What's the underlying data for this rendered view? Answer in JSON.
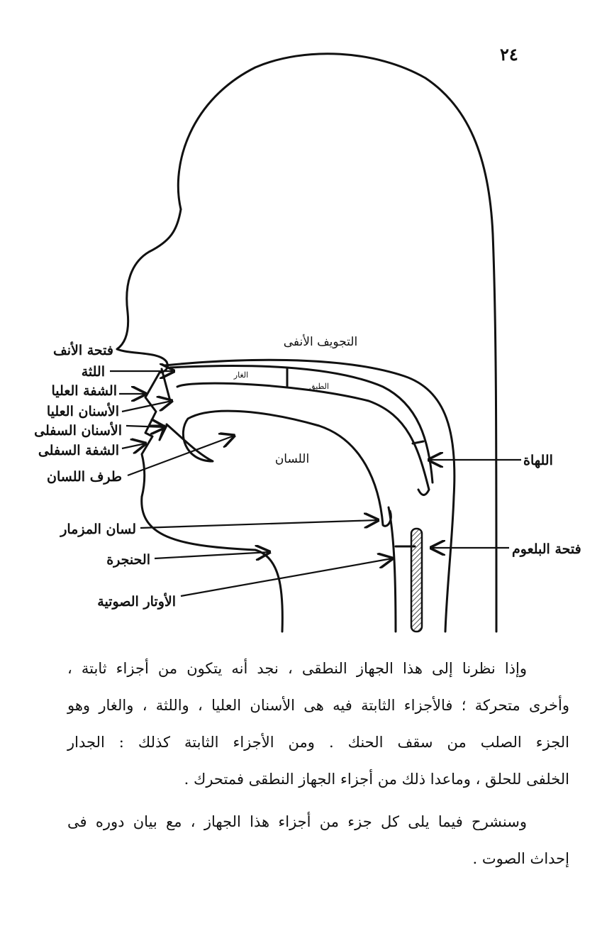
{
  "page_number": "٢٤",
  "diagram": {
    "labels": {
      "nostril": "فتحة الأنف",
      "nasal_cavity": "التجويف الأنفى",
      "gums": "اللثة",
      "upper_lip": "الشفة العليا",
      "upper_teeth": "الأسنان العليا",
      "lower_teeth": "الأسنان السفلى",
      "lower_lip": "الشفة السفلى",
      "tongue_tip": "طرف اللسان",
      "hard_palate": "الغار",
      "soft_palate": "الطبق",
      "tongue": "اللسان",
      "uvula": "اللهاة",
      "epiglottis": "لسان المزمار",
      "larynx": "الحنجرة",
      "vocal_cords": "الأوتار الصوتية",
      "pharynx_opening": "فتحة البلعوم"
    }
  },
  "paragraphs": [
    {
      "lines": [
        "وإذا نظرنا إلى هذا الجهاز النطقى ، نجد أنه يتكون من أجزاء ثابتة ،",
        "وأخرى متحركة ؛ فالأجزاء الثابتة فيه هى الأسنان العليا ، واللثة ، والغار وهو",
        "الجزء الصلب من سقف الحنك . ومن الأجزاء الثابتة كذلك : الجدار",
        "الخلفى للحلق ، وماعدا ذلك من أجزاء الجهاز النطقى فمتحرك ."
      ]
    },
    {
      "lines": [
        "وسنشرح فيما يلى كل جزء من أجزاء هذا الجهاز ، مع بيان دوره فى",
        "إحداث الصوت ."
      ]
    }
  ]
}
